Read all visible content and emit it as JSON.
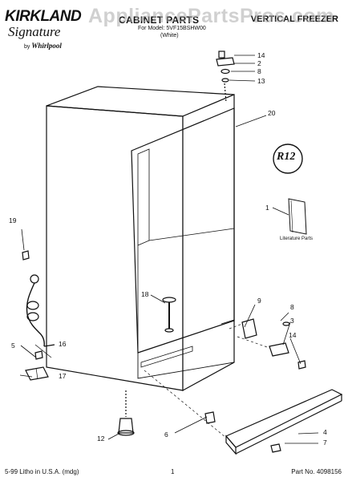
{
  "header": {
    "brand": "KIRKLAND",
    "signature": "Signature",
    "by_prefix": "by",
    "by_brand": "Whirlpool",
    "title": "CABINET PARTS",
    "model": "For Model: 5VF15BSHW00",
    "code": "(White)",
    "product": "VERTICAL FREEZER"
  },
  "watermark": "AppliancePartsPros.com",
  "emblem": "R12",
  "literature_label": "Literature Parts",
  "callouts": {
    "c14a": "14",
    "c2": "2",
    "c8a": "8",
    "c13": "13",
    "c20": "20",
    "c1": "1",
    "c19": "19",
    "c18": "18",
    "c9": "9",
    "c8b": "8",
    "c3": "3",
    "c14b": "14",
    "c5": "5",
    "c16": "16",
    "c17": "17",
    "c6": "6",
    "c12": "12",
    "c4": "4",
    "c7": "7"
  },
  "footer": {
    "litho": "5-99 Litho in U.S.A. (mdg)",
    "page": "1",
    "part_no": "Part No. 4098156"
  }
}
